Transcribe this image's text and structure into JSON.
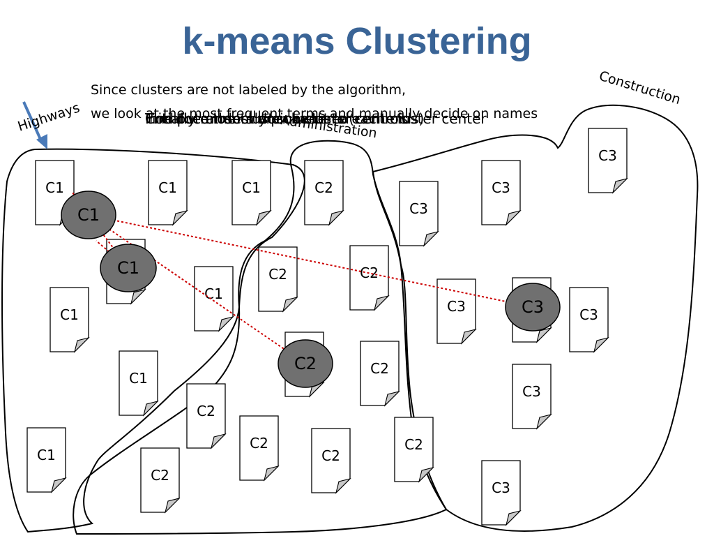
{
  "title": "k-means Clustering",
  "caption": {
    "line1": "Since clusters are not labeled by the algorithm,",
    "line2": "we look at the most frequent terms and manually decide on names"
  },
  "overlap_fragments": [
    "The documents are clustered",
    "Find the closest document to each cluster center",
    "Compute the cluster centers (centroids)",
    "Initially randomly pick cluster centers"
  ],
  "cluster_labels": {
    "highways": "Highways",
    "administration": "Administration",
    "construction": "Construction"
  },
  "documents": [
    {
      "label": "C1"
    },
    {
      "label": "C1"
    },
    {
      "label": "C1"
    },
    {
      "label": "C1"
    },
    {
      "label": "C1"
    },
    {
      "label": "C1"
    },
    {
      "label": "C1"
    },
    {
      "label": "C1"
    },
    {
      "label": "C2"
    },
    {
      "label": "C2"
    },
    {
      "label": "C2"
    },
    {
      "label": "C2"
    },
    {
      "label": "C2"
    },
    {
      "label": "C2"
    },
    {
      "label": "C2"
    },
    {
      "label": "C2"
    },
    {
      "label": "C2"
    },
    {
      "label": "C2"
    },
    {
      "label": "C3"
    },
    {
      "label": "C3"
    },
    {
      "label": "C3"
    },
    {
      "label": "C3"
    },
    {
      "label": "C3"
    },
    {
      "label": "C3"
    },
    {
      "label": "C3"
    },
    {
      "label": "C3"
    }
  ],
  "centroids": [
    {
      "label": "C1"
    },
    {
      "label": "C1"
    },
    {
      "label": "C2"
    },
    {
      "label": "C3"
    }
  ],
  "colors": {
    "title": "#3a6496",
    "centroid_fill": "#707070",
    "link_line": "#cc0000",
    "arrow": "#4a7ab8"
  }
}
